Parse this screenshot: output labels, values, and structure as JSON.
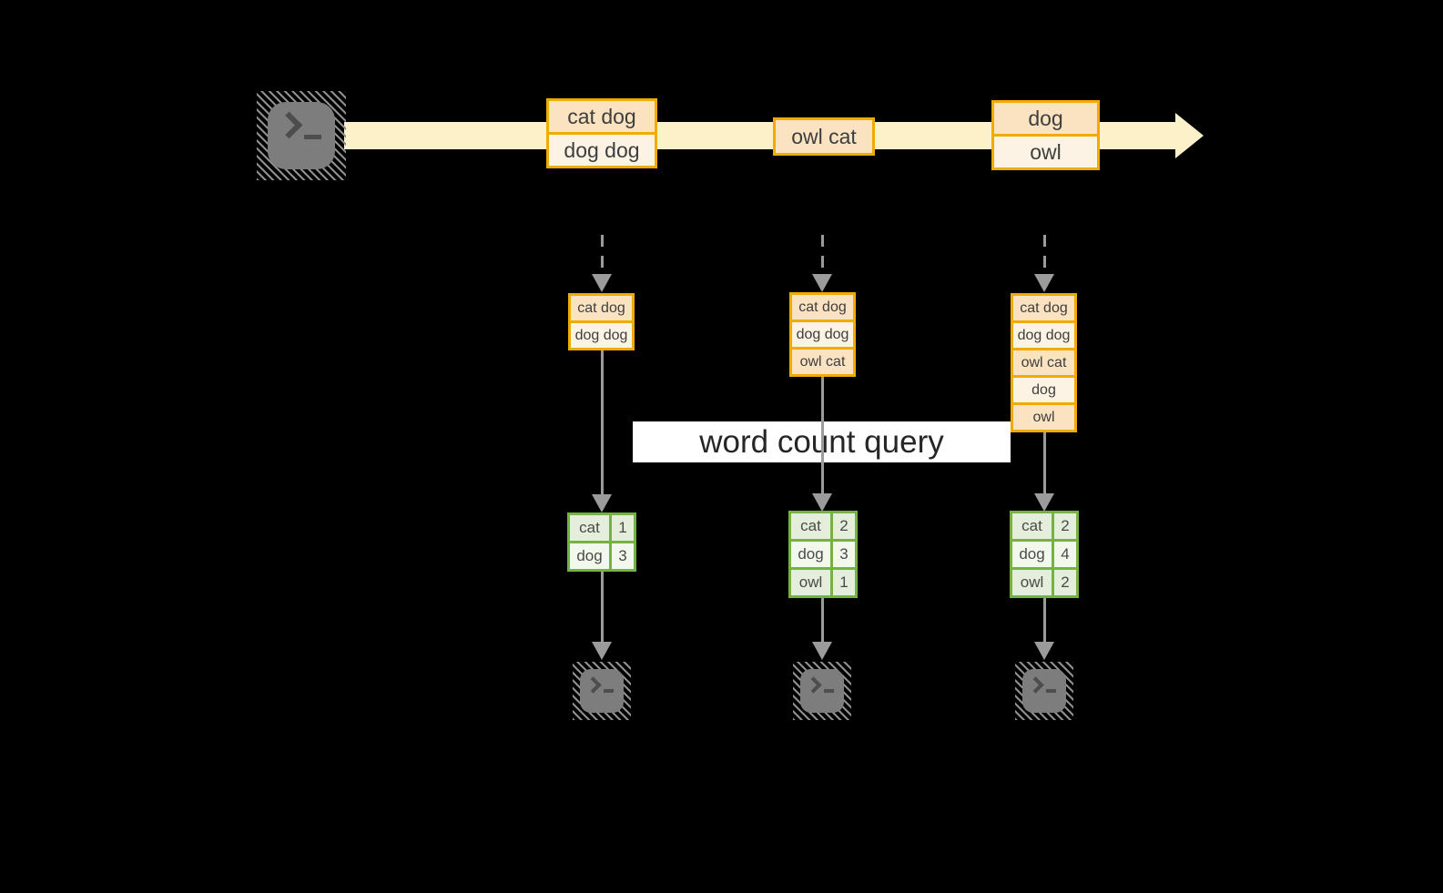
{
  "query_label": "word count query",
  "stream_batches": [
    [
      "cat dog",
      "dog dog"
    ],
    [
      "owl cat"
    ],
    [
      "dog",
      "owl"
    ]
  ],
  "states": [
    [
      "cat dog",
      "dog dog"
    ],
    [
      "cat dog",
      "dog dog",
      "owl cat"
    ],
    [
      "cat dog",
      "dog dog",
      "owl cat",
      "dog",
      "owl"
    ]
  ],
  "results": [
    [
      [
        "cat",
        "1"
      ],
      [
        "dog",
        "3"
      ]
    ],
    [
      [
        "cat",
        "2"
      ],
      [
        "dog",
        "3"
      ],
      [
        "owl",
        "1"
      ]
    ],
    [
      [
        "cat",
        "2"
      ],
      [
        "dog",
        "4"
      ],
      [
        "owl",
        "2"
      ]
    ]
  ],
  "icons": {
    "source": "terminal-icon",
    "sinks": [
      "terminal-icon",
      "terminal-icon",
      "terminal-icon"
    ]
  },
  "colors": {
    "background": "#000000",
    "stream_band": "#fdf1ca",
    "box_border": "#f0ab00",
    "box_fill_dark": "#fbe3c2",
    "box_fill_light": "#fdf3e4",
    "table_border": "#75b143",
    "table_fill_dark": "#e4eeda",
    "table_fill_light": "#f3f8ed",
    "arrow_gray": "#9b9b9b",
    "query_band_bg": "#ffffff",
    "terminal_gray": "#7d7d7d"
  }
}
